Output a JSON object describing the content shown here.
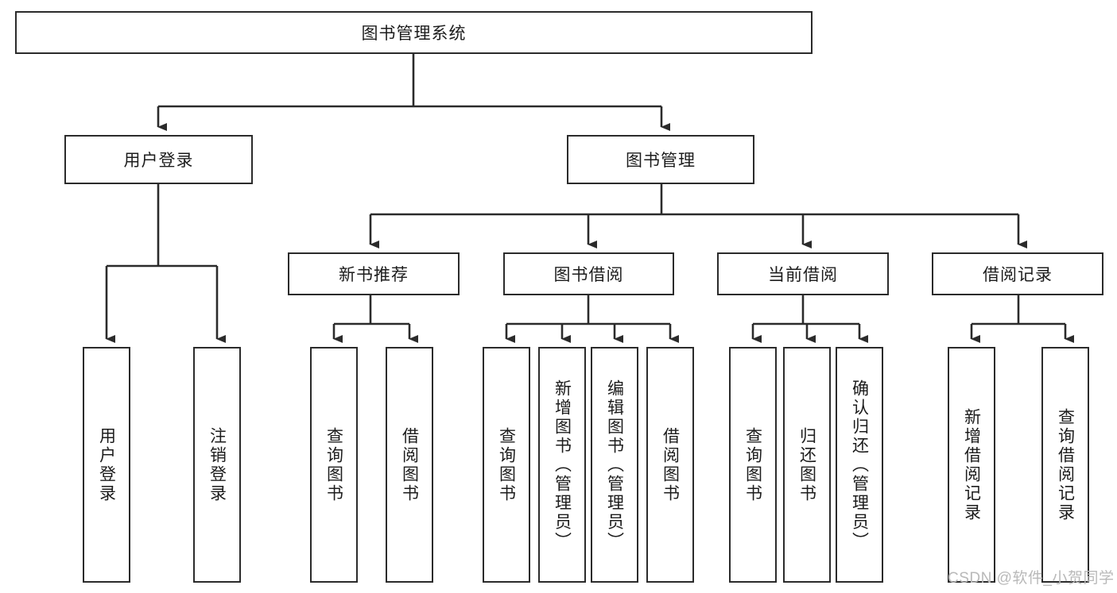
{
  "diagram": {
    "type": "tree-hierarchy",
    "title": "图书管理系统",
    "root": {
      "id": "root",
      "label": "图书管理系统",
      "orientation": "horizontal"
    },
    "level2": [
      {
        "id": "user-login",
        "label": "用户登录",
        "orientation": "horizontal"
      },
      {
        "id": "book-manage",
        "label": "图书管理",
        "orientation": "horizontal"
      }
    ],
    "level3": [
      {
        "id": "new-book-rec",
        "label": "新书推荐",
        "orientation": "horizontal"
      },
      {
        "id": "book-borrow",
        "label": "图书借阅",
        "orientation": "horizontal"
      },
      {
        "id": "current-borrow",
        "label": "当前借阅",
        "orientation": "horizontal"
      },
      {
        "id": "borrow-record",
        "label": "借阅记录",
        "orientation": "horizontal"
      }
    ],
    "leaves": [
      {
        "id": "leaf-user-login",
        "label": "用户登录",
        "parent": "user-login",
        "orientation": "vertical"
      },
      {
        "id": "leaf-user-logout",
        "label": "注销登录",
        "parent": "user-login",
        "orientation": "vertical"
      },
      {
        "id": "leaf-query-book-1",
        "label": "查询图书",
        "parent": "new-book-rec",
        "orientation": "vertical"
      },
      {
        "id": "leaf-borrow-book-1",
        "label": "借阅图书",
        "parent": "new-book-rec",
        "orientation": "vertical"
      },
      {
        "id": "leaf-query-book-2",
        "label": "查询图书",
        "parent": "book-borrow",
        "orientation": "vertical"
      },
      {
        "id": "leaf-add-book",
        "label": "新增图书（管理员）",
        "parent": "book-borrow",
        "orientation": "vertical"
      },
      {
        "id": "leaf-edit-book",
        "label": "编辑图书（管理员）",
        "parent": "book-borrow",
        "orientation": "vertical"
      },
      {
        "id": "leaf-borrow-book-2",
        "label": "借阅图书",
        "parent": "book-borrow",
        "orientation": "vertical"
      },
      {
        "id": "leaf-query-book-3",
        "label": "查询图书",
        "parent": "current-borrow",
        "orientation": "vertical"
      },
      {
        "id": "leaf-return-book",
        "label": "归还图书",
        "parent": "current-borrow",
        "orientation": "vertical"
      },
      {
        "id": "leaf-confirm-return",
        "label": "确认归还（管理员）",
        "parent": "current-borrow",
        "orientation": "vertical"
      },
      {
        "id": "leaf-add-record",
        "label": "新增借阅记录",
        "parent": "borrow-record",
        "orientation": "vertical"
      },
      {
        "id": "leaf-query-record",
        "label": "查询借阅记录",
        "parent": "borrow-record",
        "orientation": "vertical"
      }
    ],
    "watermark": "CSDN @软件_小贺同学",
    "colors": {
      "stroke": "#2b2b2b",
      "fill": "#ffffff",
      "text": "#1c1c1c",
      "watermark": "#b9b9b9"
    }
  }
}
